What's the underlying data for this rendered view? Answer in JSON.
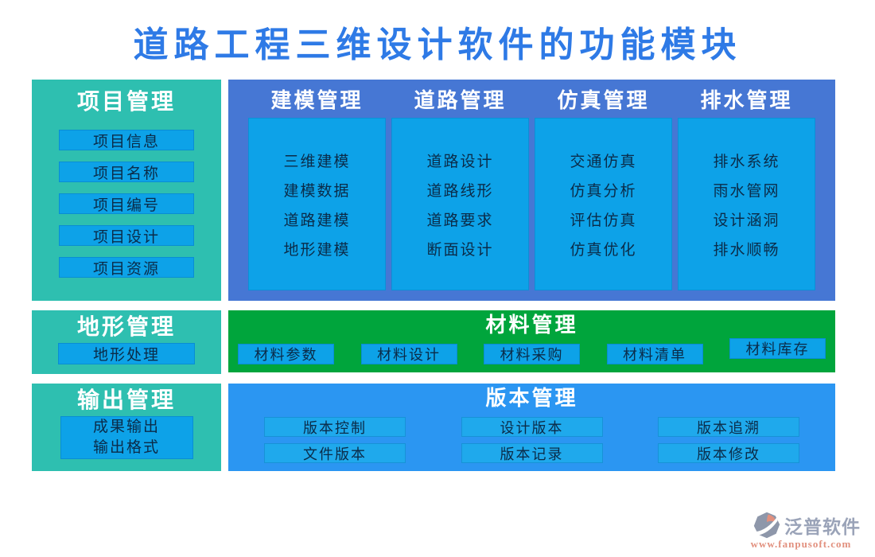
{
  "title": "道路工程三维设计软件的功能模块",
  "colors": {
    "title_blue": "#2e7ae6",
    "teal_panel": "#2ebfb0",
    "main_blue_panel": "#4677d4",
    "cyan_card": "#0da2e8",
    "green_panel": "#00a53c",
    "version_blue_panel": "#2b96f2",
    "chip_text": "#0b2b48",
    "header_text": "#ffffff",
    "brand_gray": "#9aa3b8",
    "url_salmon": "#e2907e"
  },
  "left_panels": [
    {
      "title": "项目管理",
      "items": [
        "项目信息",
        "项目名称",
        "项目编号",
        "项目设计",
        "项目资源"
      ]
    },
    {
      "title": "地形管理",
      "items": [
        "地形处理"
      ]
    },
    {
      "title": "输出管理",
      "items": [
        "成果输出",
        "输出格式"
      ]
    }
  ],
  "module_columns": [
    {
      "title": "建模管理",
      "items": [
        "三维建模",
        "建模数据",
        "道路建模",
        "地形建模"
      ]
    },
    {
      "title": "道路管理",
      "items": [
        "道路设计",
        "道路线形",
        "道路要求",
        "断面设计"
      ]
    },
    {
      "title": "仿真管理",
      "items": [
        "交通仿真",
        "仿真分析",
        "评估仿真",
        "仿真优化"
      ]
    },
    {
      "title": "排水管理",
      "items": [
        "排水系统",
        "雨水管网",
        "设计涵洞",
        "排水顺畅"
      ]
    }
  ],
  "material_panel": {
    "title": "材料管理",
    "items": [
      "材料参数",
      "材料设计",
      "材料采购",
      "材料清单",
      "材料库存"
    ]
  },
  "version_panel": {
    "title": "版本管理",
    "rows": [
      [
        "版本控制",
        "设计版本",
        "版本追溯"
      ],
      [
        "文件版本",
        "版本记录",
        "版本修改"
      ]
    ]
  },
  "footer": {
    "brand": "泛普软件",
    "url": "www.fanpusoft.com"
  }
}
